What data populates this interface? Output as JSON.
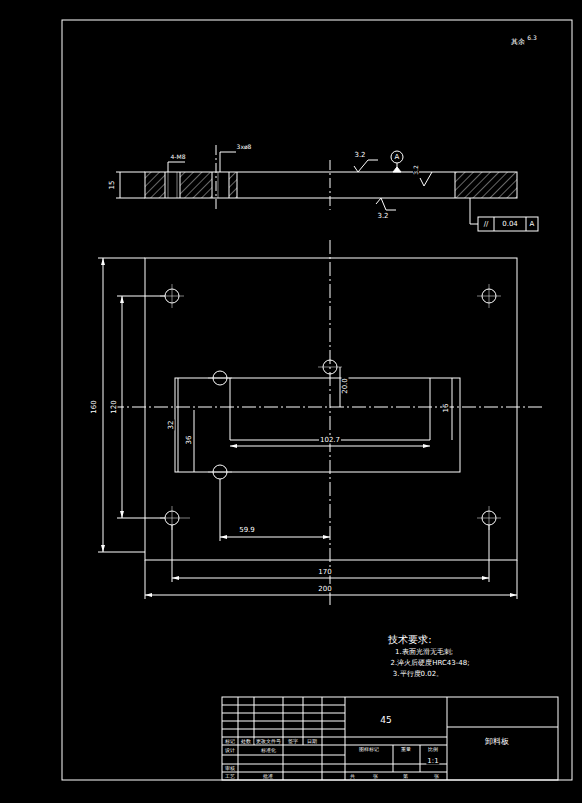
{
  "diagram": {
    "labels": [
      "其余",
      "6.3",
      "4-M8",
      "3xø8",
      "15",
      "3.2",
      "A",
      "3.2",
      "3.2",
      "//",
      "0.04",
      "A",
      "160",
      "120",
      "32",
      "36",
      "20.0",
      "16",
      "102.7",
      "59.9",
      "170",
      "200",
      "技术要求:",
      "1.表面光滑无毛刺;",
      "2.淬火后硬度HRC43-48;",
      "3.平行度0.02。",
      "45",
      "卸料板",
      "标记",
      "处数",
      "更改文件号",
      "签字",
      "日期",
      "设计",
      "标准化",
      "审核",
      "工艺",
      "批准",
      "图样标记",
      "重量",
      "比例",
      "1:1",
      "共",
      "张",
      "第",
      "张"
    ]
  }
}
